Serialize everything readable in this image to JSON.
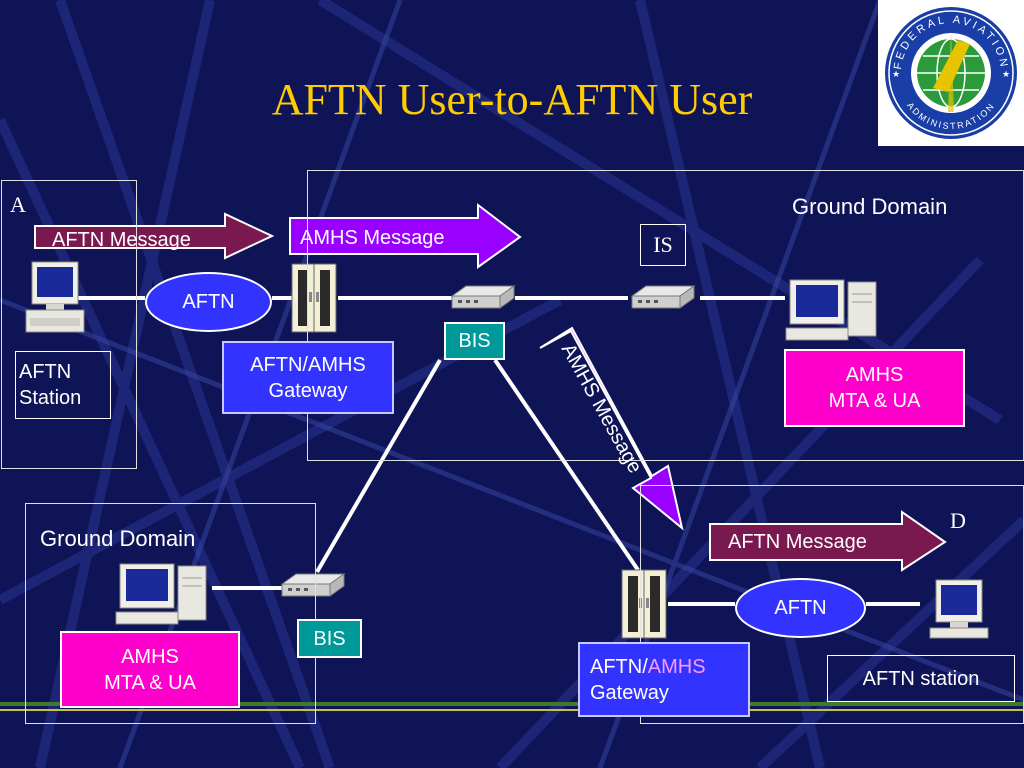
{
  "slide": {
    "title": "AFTN User-to-AFTN User"
  },
  "logo": {
    "top_text": "FEDERAL AVIATION",
    "bottom_text": "ADMINISTRATION",
    "colors": {
      "ring": "#1a3ea8",
      "globe": "#2a9a3a",
      "wing": "#e8c400"
    }
  },
  "domains": {
    "a": {
      "letter": "A"
    },
    "top": {
      "label": "Ground Domain"
    },
    "bottom_left": {
      "label": "Ground Domain"
    },
    "d": {
      "letter": "D"
    }
  },
  "arrows": {
    "aftn_message_top": "AFTN Message",
    "amhs_message_top": "AMHS Message",
    "amhs_message_diagonal": "AMHS Message",
    "aftn_message_bottom": "AFTN Message"
  },
  "nodes": {
    "aftn_oval_top": "AFTN",
    "aftn_oval_bottom": "AFTN",
    "aftn_station_top": [
      "AFTN",
      "Station"
    ],
    "gateway_top": [
      "AFTN/AMHS",
      "Gateway"
    ],
    "bis_top": "BIS",
    "is": "IS",
    "amhs_mta_top": [
      "AMHS",
      "MTA & UA"
    ],
    "amhs_mta_bottom": [
      "AMHS",
      "MTA & UA"
    ],
    "bis_bottom": "BIS",
    "gateway_bottom": {
      "part1": "AFTN/",
      "part2": "AMHS",
      "line2": "Gateway"
    },
    "aftn_station_bottom": "AFTN station"
  },
  "colors": {
    "background": "#0f1457",
    "title": "#ffcc00",
    "node_blue": "#3333ff",
    "node_pink": "#ff00cc",
    "node_teal": "#009999",
    "arrow_maroon": "#7a1850",
    "arrow_purple": "#9900ff",
    "link_white": "#ffffff"
  }
}
